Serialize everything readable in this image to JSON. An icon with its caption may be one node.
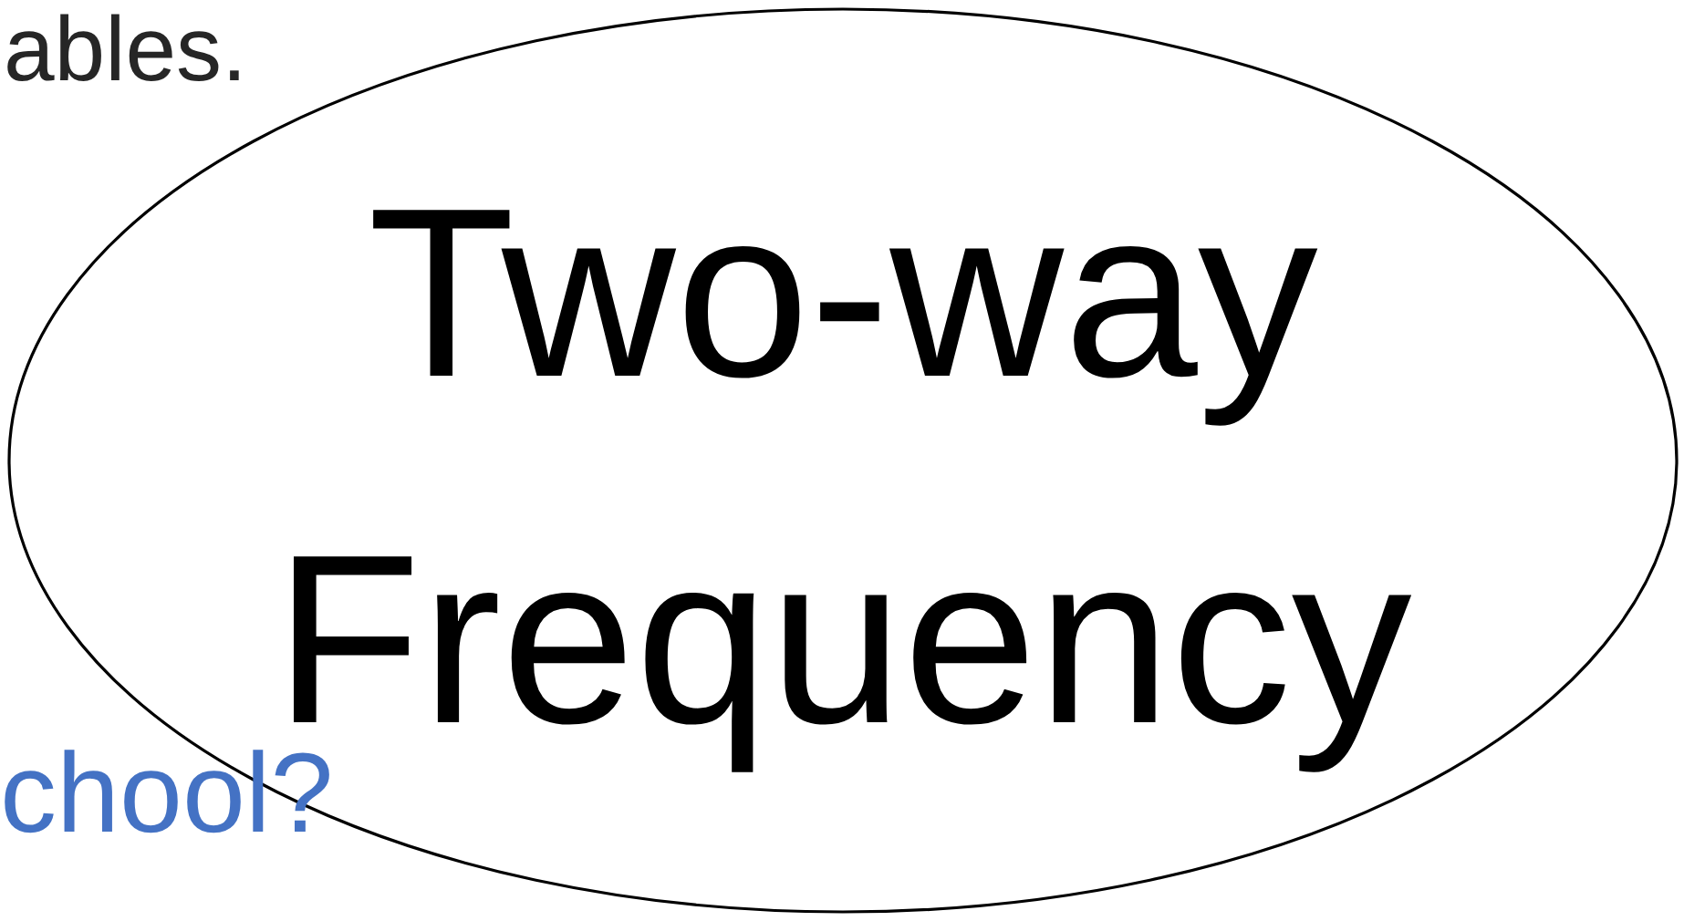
{
  "diagram": {
    "nodes": [
      {
        "text": [
          "Two-way Frequency"
        ]
      }
    ],
    "labels": [
      "ables.",
      "chool?"
    ]
  }
}
